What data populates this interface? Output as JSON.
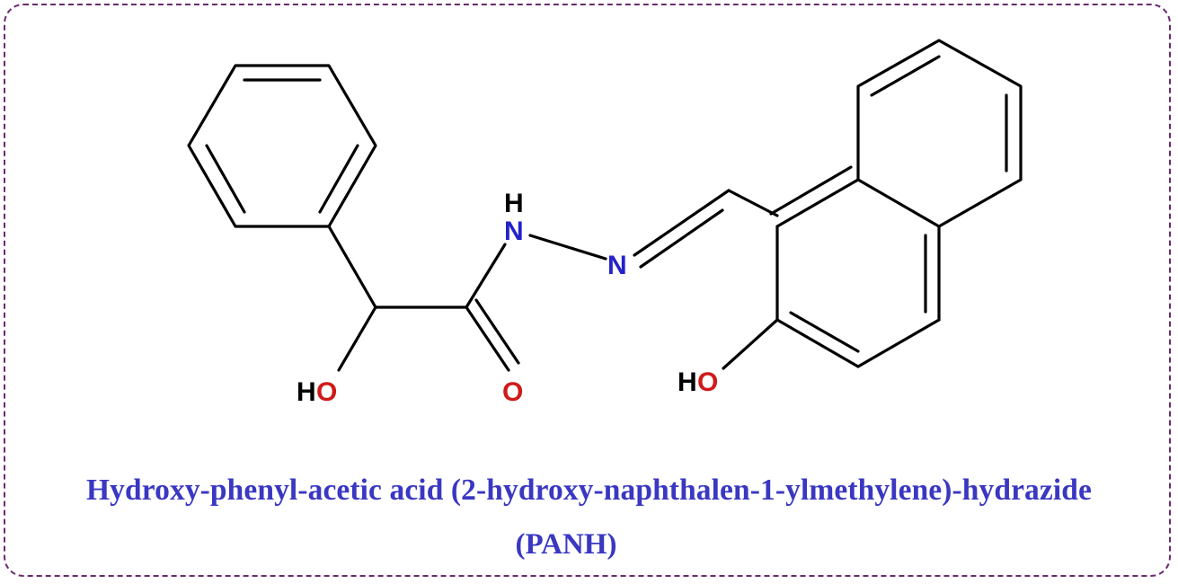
{
  "molecule": {
    "name": "Hydroxy-phenyl-acetic acid (2-hydroxy-naphthalen-1-ylmethylene)-hydrazide",
    "abbreviation": "(PANH)"
  },
  "atoms": {
    "nh_h": "H",
    "nh_n": "N",
    "imine_n": "N",
    "carbonyl_o": "O",
    "hydroxyl_left_h": "H",
    "hydroxyl_left_o": "O",
    "hydroxyl_right_h": "H",
    "hydroxyl_right_o": "O"
  },
  "colors": {
    "frame": "#6a2a6e",
    "caption": "#3a37c2",
    "nitrogen": "#2323c8",
    "oxygen": "#d01a1a",
    "carbon_bonds": "#000000"
  }
}
